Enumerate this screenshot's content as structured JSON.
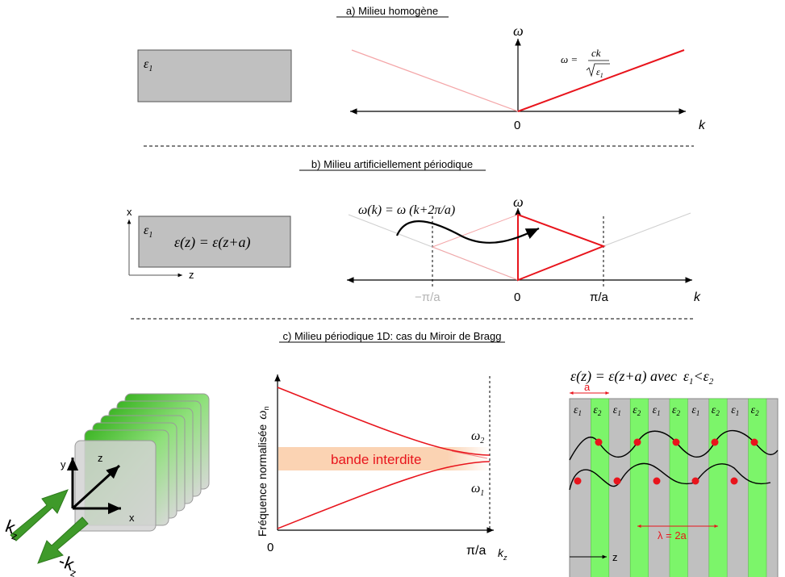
{
  "section_a": {
    "title": "a) Milieu homogène",
    "block_label": "ε",
    "block_sub": "1",
    "omega_axis": "ω",
    "k_axis": "k",
    "origin": "0",
    "formula_lhs": "ω =",
    "formula_num": "ck",
    "formula_den": "ε",
    "formula_den_sub": "1"
  },
  "section_b": {
    "title": "b) Milieu artificiellement périodique",
    "x_label": "x",
    "z_label": "z",
    "block_label": "ε",
    "block_sub": "1",
    "block_eq": "ε(z) = ε(z+a)",
    "omega_axis": "ω",
    "k_axis": "k",
    "origin": "0",
    "neg_tick": "−π/a",
    "pos_tick": "π/a",
    "fold_eq": "ω(k) = ω (k+2π/a)"
  },
  "section_c": {
    "title": "c) Milieu périodique 1D: cas du Miroir de Bragg",
    "axes3d": {
      "y": "y",
      "z": "z",
      "x": "x"
    },
    "kz_label": "k",
    "kz_sub": "z",
    "mkz_label": "-k",
    "mkz_sub": "z",
    "band": {
      "ylabel": "Fréquence normalisée",
      "ylabel_sym": "ω",
      "ylabel_sub": "n",
      "gap_label": "bande interdite",
      "omega2": "ω",
      "omega2_sub": "2",
      "omega1": "ω",
      "omega1_sub": "1",
      "origin": "0",
      "edge_tick": "π/a",
      "kz_axis": "k",
      "kz_axis_sub": "z"
    },
    "bragg": {
      "header": "ε(z) = ε(z+a) avec",
      "header_cond": "ε",
      "header_cond_sub1": "1",
      "header_lt": "<ε",
      "header_cond_sub2": "2",
      "a_label": "a",
      "layers": [
        "1",
        "2",
        "1",
        "2",
        "1",
        "2",
        "1",
        "2",
        "1",
        "2"
      ],
      "layer_symbol": "ε",
      "lambda_label": "λ = 2a",
      "z_label": "z"
    }
  },
  "colors": {
    "red": "#e8141c",
    "pink": "#f4a6a8",
    "gray_block": "#c0c0c0",
    "green": "#7cf56a",
    "gap": "#fbd3b3"
  }
}
